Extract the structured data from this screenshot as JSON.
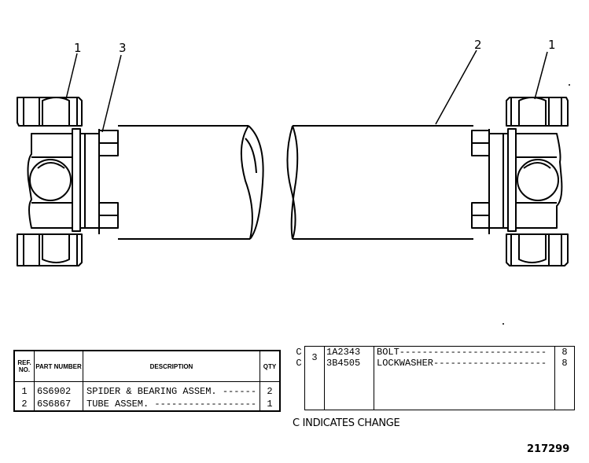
{
  "callouts": [
    "1",
    "3",
    "2",
    "1"
  ],
  "left_table": {
    "headers": {
      "ref": "REF. NO.",
      "part": "PART NUMBER",
      "desc": "DESCRIPTION",
      "qty": "QTY"
    },
    "rows": [
      {
        "ref": "1",
        "part": "6S6902",
        "desc": "SPIDER & BEARING ASSEM. ------",
        "qty": "2"
      },
      {
        "ref": "2",
        "part": "6S6867",
        "desc": "TUBE ASSEM. ------------------",
        "qty": "1"
      }
    ]
  },
  "right_table": {
    "rows": [
      {
        "chg": "C",
        "ref": "3",
        "part": "1A2343",
        "desc": "BOLT--------------------------",
        "qty": "8"
      },
      {
        "chg": "C",
        "ref": "",
        "part": "3B4505",
        "desc": "LOCKWASHER--------------------",
        "qty": "8"
      }
    ]
  },
  "change_note": "C INDICATES CHANGE",
  "drawing_number": "217299"
}
